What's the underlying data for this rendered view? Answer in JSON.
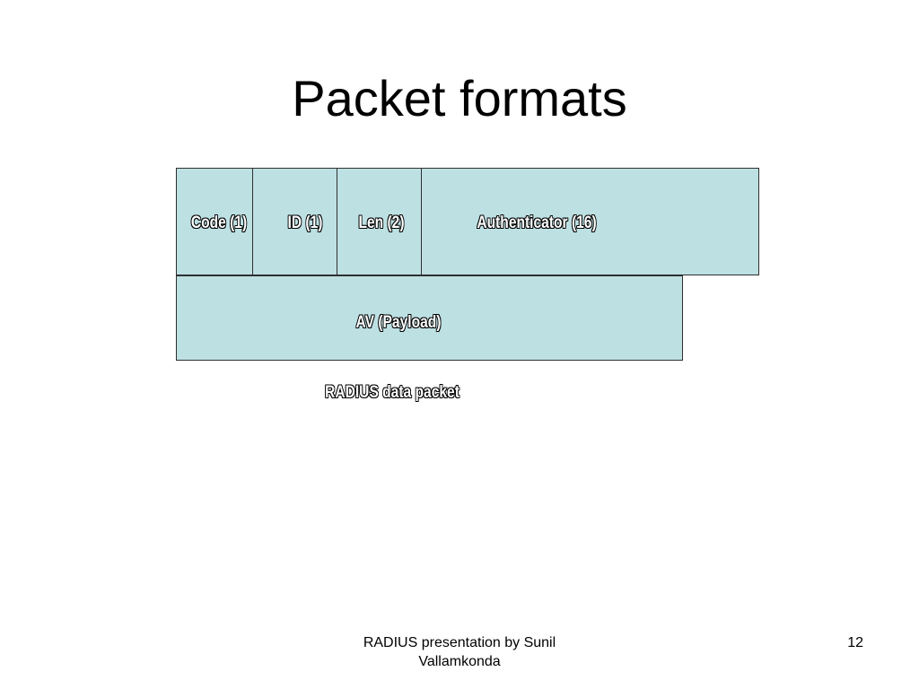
{
  "slide": {
    "title": "Packet formats"
  },
  "diagram": {
    "fields": [
      {
        "label": "Code (1)"
      },
      {
        "label": "ID (1)"
      },
      {
        "label": "Len (2)"
      },
      {
        "label": "Authenticator (16)"
      }
    ],
    "payload_label": "AV (Payload)",
    "caption": "RADIUS data packet",
    "colors": {
      "box_fill": "#bde0e3",
      "box_border": "#2f2f2f",
      "label_fill": "#ffffff",
      "label_outline": "#000000"
    }
  },
  "footer": {
    "text": "RADIUS presentation by Sunil Vallamkonda",
    "page_number": "12"
  }
}
